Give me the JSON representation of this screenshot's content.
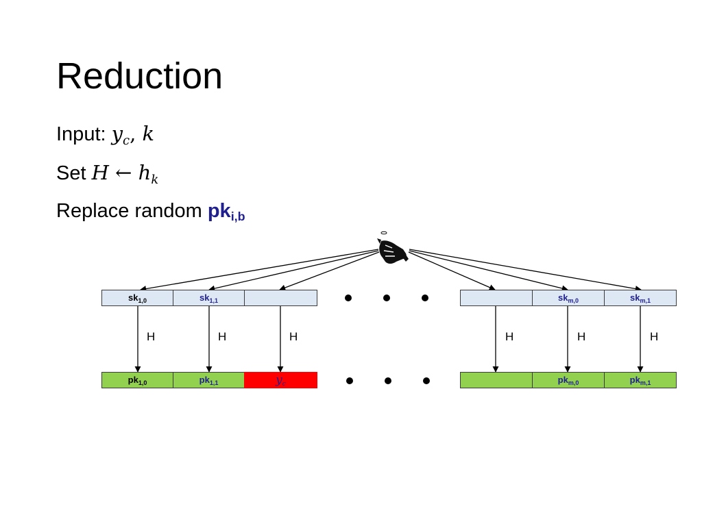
{
  "title": "Reduction",
  "lines": {
    "input_label": "Input: ",
    "input_y": "y",
    "input_y_sub": "c",
    "input_comma": ", ",
    "input_k": "k",
    "set_label": "Set ",
    "set_H": "H",
    "set_arrow": " ← ",
    "set_h": "h",
    "set_h_sub": "k",
    "replace_label": "Replace random ",
    "replace_pk": "pk",
    "replace_pk_sub": "i,b"
  },
  "sk_row": [
    {
      "main": "sk",
      "sub": "1,0"
    },
    {
      "main": "sk",
      "sub": "1,1"
    },
    {
      "main": "",
      "sub": ""
    },
    {
      "main": "",
      "sub": ""
    },
    {
      "main": "sk",
      "sub": "m,0"
    },
    {
      "main": "sk",
      "sub": "m,1"
    }
  ],
  "hash_label": "H",
  "pk_row": [
    {
      "main": "pk",
      "sub": "1,0"
    },
    {
      "main": "pk",
      "sub": "1,1"
    },
    {
      "main": "y",
      "sub": "c"
    },
    {
      "main": "",
      "sub": ""
    },
    {
      "main": "pk",
      "sub": "m,0"
    },
    {
      "main": "pk",
      "sub": "m,1"
    }
  ],
  "colors": {
    "sk_fill": "#dde8f4",
    "pk_fill": "#92d050",
    "highlight_fill": "#ff0000",
    "accent_text": "#1f1f8f"
  },
  "icons": [
    "pointing-hand-icon",
    "ellipsis-dots"
  ]
}
